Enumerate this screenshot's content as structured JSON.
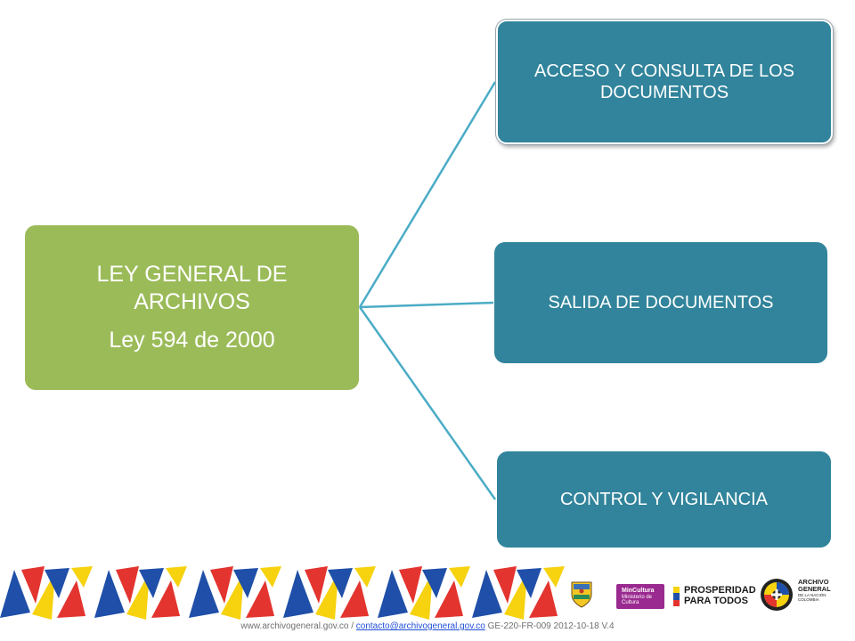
{
  "diagram": {
    "root": {
      "title": "LEY GENERAL DE ARCHIVOS",
      "subtitle": "Ley 594 de 2000"
    },
    "children": [
      {
        "label": "ACCESO Y CONSULTA DE LOS DOCUMENTOS"
      },
      {
        "label": "SALIDA DE DOCUMENTOS"
      },
      {
        "label": "CONTROL Y VIGILANCIA"
      }
    ]
  },
  "colors": {
    "root_fill": "#9bbb59",
    "child_fill": "#31849b",
    "connector": "#4bacc6",
    "band_blue": "#1f4fa8",
    "band_red": "#e3342f",
    "band_yellow": "#f6d20f"
  },
  "logos": {
    "mincultura": {
      "name": "MinCultura",
      "sub": "Ministerio de Cultura"
    },
    "prosperidad": {
      "line1": "PROSPERIDAD",
      "line2": "PARA TODOS"
    },
    "archivo": {
      "line1": "ARCHIVO",
      "line2": "GENERAL",
      "line3": "DE LA NACIÓN",
      "line4": "COLOMBIA"
    }
  },
  "footer": {
    "website": "www.archivogeneral.gov.co",
    "separator": "/",
    "email": "contacto@archivogeneral.gov.co",
    "code": "GE-220-FR-009  2012-10-18  V.4"
  }
}
